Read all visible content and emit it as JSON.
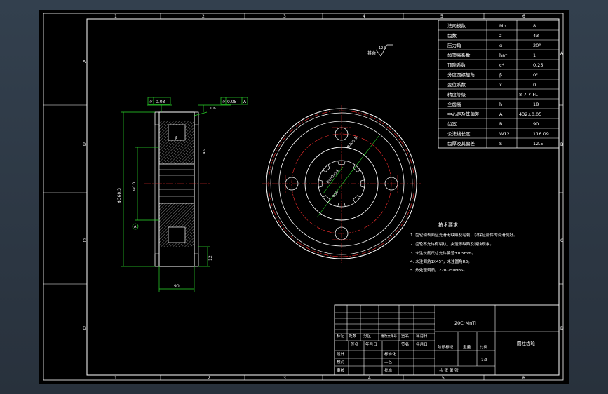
{
  "border": {
    "col_labels_top": [
      "1",
      "2",
      "3",
      "4",
      "5",
      "6"
    ],
    "col_labels_bottom": [
      "1",
      "2",
      "3",
      "4",
      "5",
      "6"
    ],
    "row_labels_left": [
      "A",
      "B",
      "C",
      "D"
    ],
    "row_labels_right": [
      "A",
      "B",
      "C",
      "D"
    ]
  },
  "param_table": {
    "rows": [
      [
        "法向模数",
        "Mn",
        "8"
      ],
      [
        "齿数",
        "z",
        "43"
      ],
      [
        "压力角",
        "α",
        "20°"
      ],
      [
        "齿顶高系数",
        "ha*",
        "1"
      ],
      [
        "顶隙系数",
        "c*",
        "0.25"
      ],
      [
        "分度圆螺旋角",
        "β",
        "0°"
      ],
      [
        "变位系数",
        "x",
        "0"
      ],
      [
        "精度等级",
        "",
        "8-7-7-FL"
      ],
      [
        "全齿高",
        "h",
        "18"
      ],
      [
        "中心距及其偏差",
        "A",
        "432±0.05"
      ],
      [
        "齿宽",
        "B",
        "90"
      ],
      [
        "公法线长度",
        "W12",
        "116.09"
      ],
      [
        "齿厚及其偏差",
        "S",
        "12.5"
      ]
    ]
  },
  "roughness_note": {
    "label": "其余",
    "value": "12.5"
  },
  "side_view": {
    "tol_left": "0.03",
    "tol_right": "0.05",
    "tol_ref": "A",
    "dim_width": "90",
    "dim_hub": "12",
    "dim_chamfer": "1.6",
    "dim_bore": "Φ10",
    "dim_od": "Φ360.3",
    "dim_side": "45",
    "datum_label": "A",
    "dim_small": "36"
  },
  "front_view": {
    "dim_pcd": "Φ200.8",
    "dim_spline": "8x50x54",
    "dim_inner": "Φ50"
  },
  "notes": {
    "title": "技术要求",
    "items": [
      "1. 齿轮轴表面应光滑无缺陷及毛刺，以保证部件的润滑良好。",
      "2. 齿轮不允许有裂纹、夹渣等缺陷及锈蚀现象。",
      "3. 未注长度尺寸允许偏差±0.5mm。",
      "4. 未注倒角1X45°，未注圆角R3。",
      "5. 热处理调质，220-250HBS。"
    ]
  },
  "title_block": {
    "material": "20CrMnTi",
    "part_name": "圆柱齿轮",
    "header_cells": [
      "标记",
      "处数",
      "分区",
      "更改文件号",
      "签名",
      "年月日"
    ],
    "sign_row": [
      "签名",
      "年月日"
    ],
    "stage_label": "阶段标记",
    "weight_label": "重量",
    "scale_label": "比例",
    "scale_value": "1:3",
    "design": "设计",
    "check": "校对",
    "audit": "审核",
    "std": "标准化",
    "process": "工艺",
    "approve": "批准",
    "sheets": "共  张  第  张"
  }
}
